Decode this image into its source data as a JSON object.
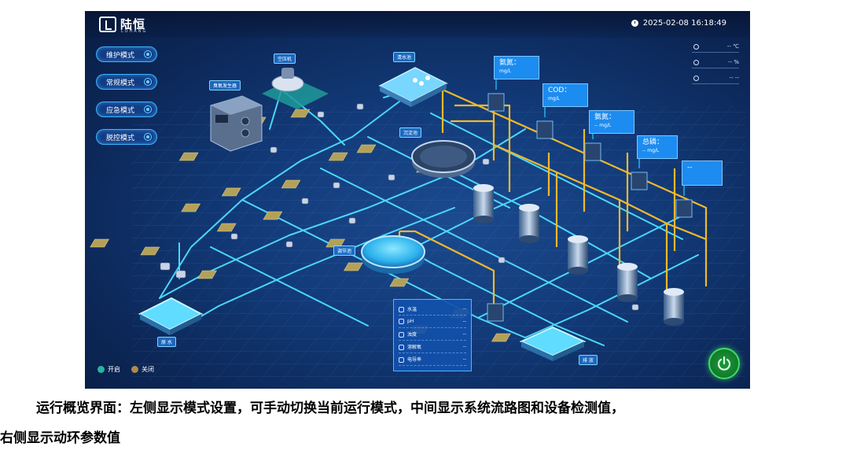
{
  "brand": {
    "name": "陆恒",
    "sub": "LOHANG"
  },
  "header": {
    "datetime": "2025-02-08 16:18:49"
  },
  "modes": [
    {
      "label": "维护模式"
    },
    {
      "label": "常规模式"
    },
    {
      "label": "应急模式"
    },
    {
      "label": "脱控模式"
    }
  ],
  "env_params": [
    {
      "icon": "temperature-icon",
      "value": "-- ℃"
    },
    {
      "icon": "humidity-icon",
      "value": "-- %"
    },
    {
      "icon": "pressure-icon",
      "value": "-- --"
    }
  ],
  "equipment_labels": {
    "generator": "臭氧发生器",
    "compressor": "空压机",
    "clear_water": "清水池",
    "sedimentation": "沉淀池",
    "regulating": "调节池",
    "raw_water": "原 水",
    "discharge": "排 放"
  },
  "monitors": [
    {
      "title": "氨氮：",
      "unit": "mg/L"
    },
    {
      "title": "COD：",
      "unit": "mg/L"
    },
    {
      "title": "氨氮：",
      "unit": "-- mg/L"
    },
    {
      "title": "总磷：",
      "unit": "-- mg/L"
    },
    {
      "title": "--",
      "unit": ""
    }
  ],
  "water_quality": [
    {
      "icon": "water-temp-icon",
      "label": "水温",
      "value": "--"
    },
    {
      "icon": "ph-icon",
      "label": "pH",
      "value": "--"
    },
    {
      "icon": "turbidity-icon",
      "label": "浊度",
      "value": "--"
    },
    {
      "icon": "dissolved-oxygen-icon",
      "label": "溶解氧",
      "value": "--"
    },
    {
      "icon": "conductivity-icon",
      "label": "电导率",
      "value": "--"
    }
  ],
  "legend": [
    {
      "label": "开启",
      "color": "#2bb3a0"
    },
    {
      "label": "关闭",
      "color": "#b08a4a"
    }
  ],
  "colors": {
    "pipe_water": "#4fe0ff",
    "pipe_air": "#f2b92a",
    "accent": "#1d8cf0"
  },
  "caption": {
    "line1": "运行概览界面：左侧显示模式设置，可手动切换当前运行模式，中间显示系统流路图和设备检测值，",
    "line2": "右侧显示动环参数值"
  }
}
